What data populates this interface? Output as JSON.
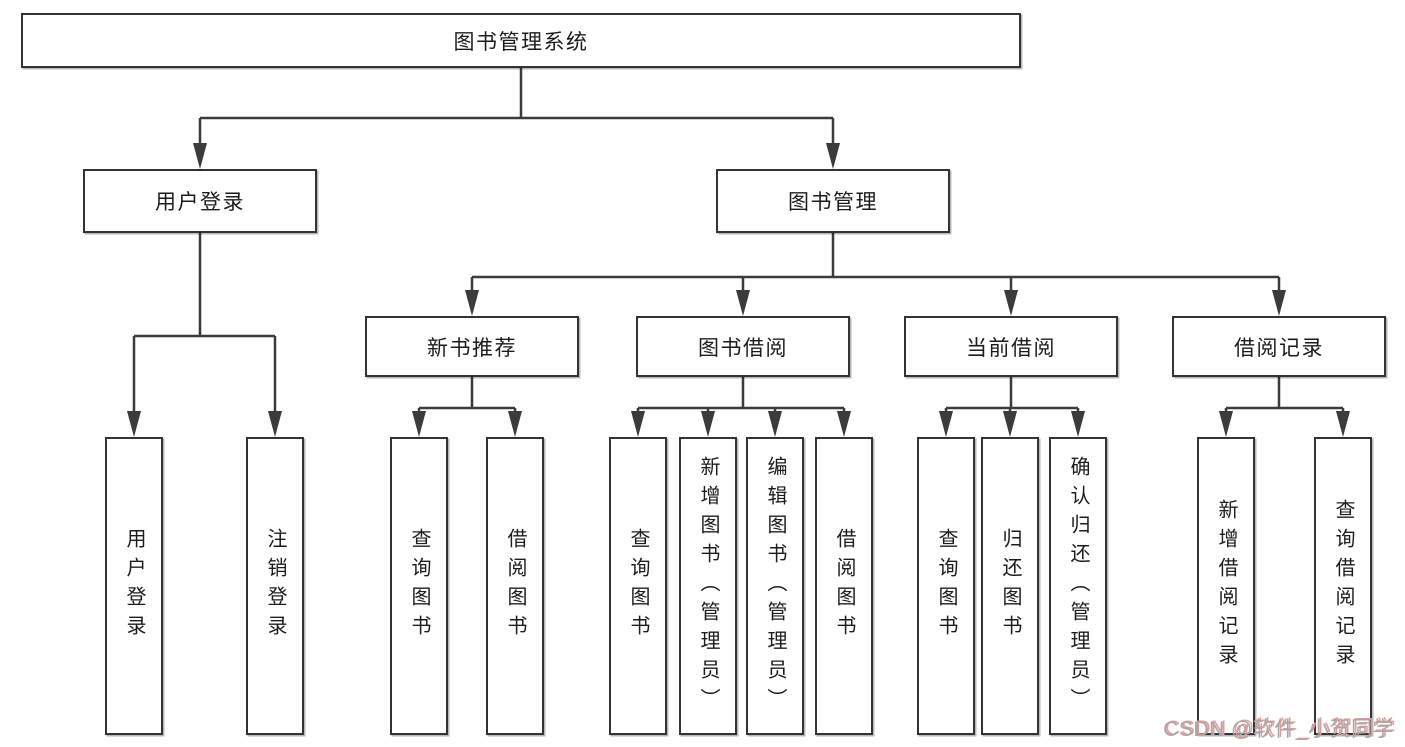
{
  "diagram": {
    "root": {
      "label": "图书管理系统"
    },
    "level2": [
      {
        "label": "用户登录"
      },
      {
        "label": "图书管理"
      }
    ],
    "level3": [
      {
        "label": "新书推荐"
      },
      {
        "label": "图书借阅"
      },
      {
        "label": "当前借阅"
      },
      {
        "label": "借阅记录"
      }
    ],
    "leaves": [
      {
        "label": "用户登录",
        "parent": "用户登录"
      },
      {
        "label": "注销登录",
        "parent": "用户登录"
      },
      {
        "label": "查询图书",
        "parent": "新书推荐"
      },
      {
        "label": "借阅图书",
        "parent": "新书推荐"
      },
      {
        "label": "查询图书",
        "parent": "图书借阅"
      },
      {
        "label": "新增图书（管理员）",
        "parent": "图书借阅"
      },
      {
        "label": "编辑图书（管理员）",
        "parent": "图书借阅"
      },
      {
        "label": "借阅图书",
        "parent": "图书借阅"
      },
      {
        "label": "查询图书",
        "parent": "当前借阅"
      },
      {
        "label": "归还图书",
        "parent": "当前借阅"
      },
      {
        "label": "确认归还（管理员）",
        "parent": "当前借阅"
      },
      {
        "label": "新增借阅记录",
        "parent": "借阅记录"
      },
      {
        "label": "查询借阅记录",
        "parent": "借阅记录"
      }
    ]
  },
  "watermark": {
    "text": "CSDN @软件_小贺同学"
  },
  "colors": {
    "line_color": "#3b3b3b",
    "border_color": "#333333",
    "box_fill": "#ffffff",
    "text_color": "#1c1c1c",
    "bg_color": "#ffffff",
    "watermark_color": "#a8a8a8",
    "watermark_shadow": "#e89a9a"
  }
}
